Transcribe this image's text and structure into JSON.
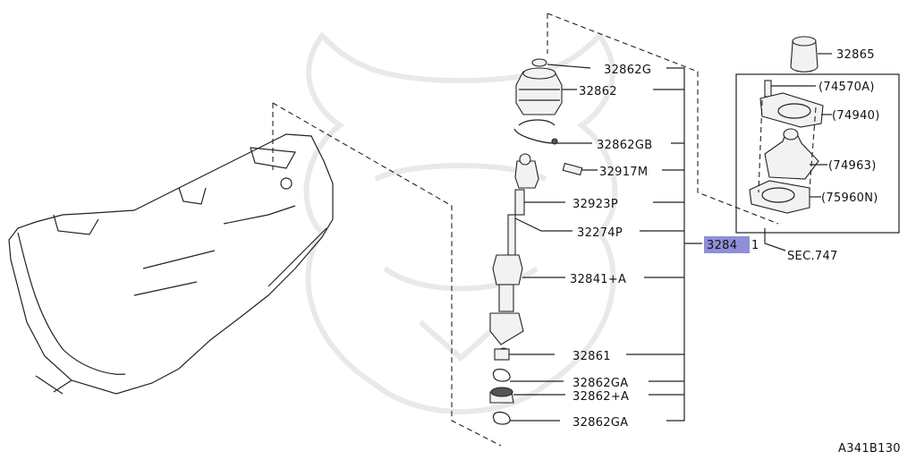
{
  "labels": {
    "p32862G": "32862G",
    "p32862": "32862",
    "p32862GB": "32862GB",
    "p32917M": "32917M",
    "p32923P": "32923P",
    "p32274P": "32274P",
    "p32841A": "32841+A",
    "p32861": "32861",
    "p32862GA_1": "32862GA",
    "p32862A": "32862+A",
    "p32862GA_2": "32862GA",
    "p32865": "32865",
    "p74570A": "(74570A)",
    "p74940": "(74940)",
    "p74963": "(74963)",
    "p75960N": "(75960N)",
    "sec": "SEC.747",
    "main_part_highlight": "3284",
    "main_part_suffix": "1",
    "diagram_code": "A341B130"
  },
  "colors": {
    "highlight": "#8f8fd8",
    "line": "#222222",
    "watermark": "#e9e9e9"
  }
}
